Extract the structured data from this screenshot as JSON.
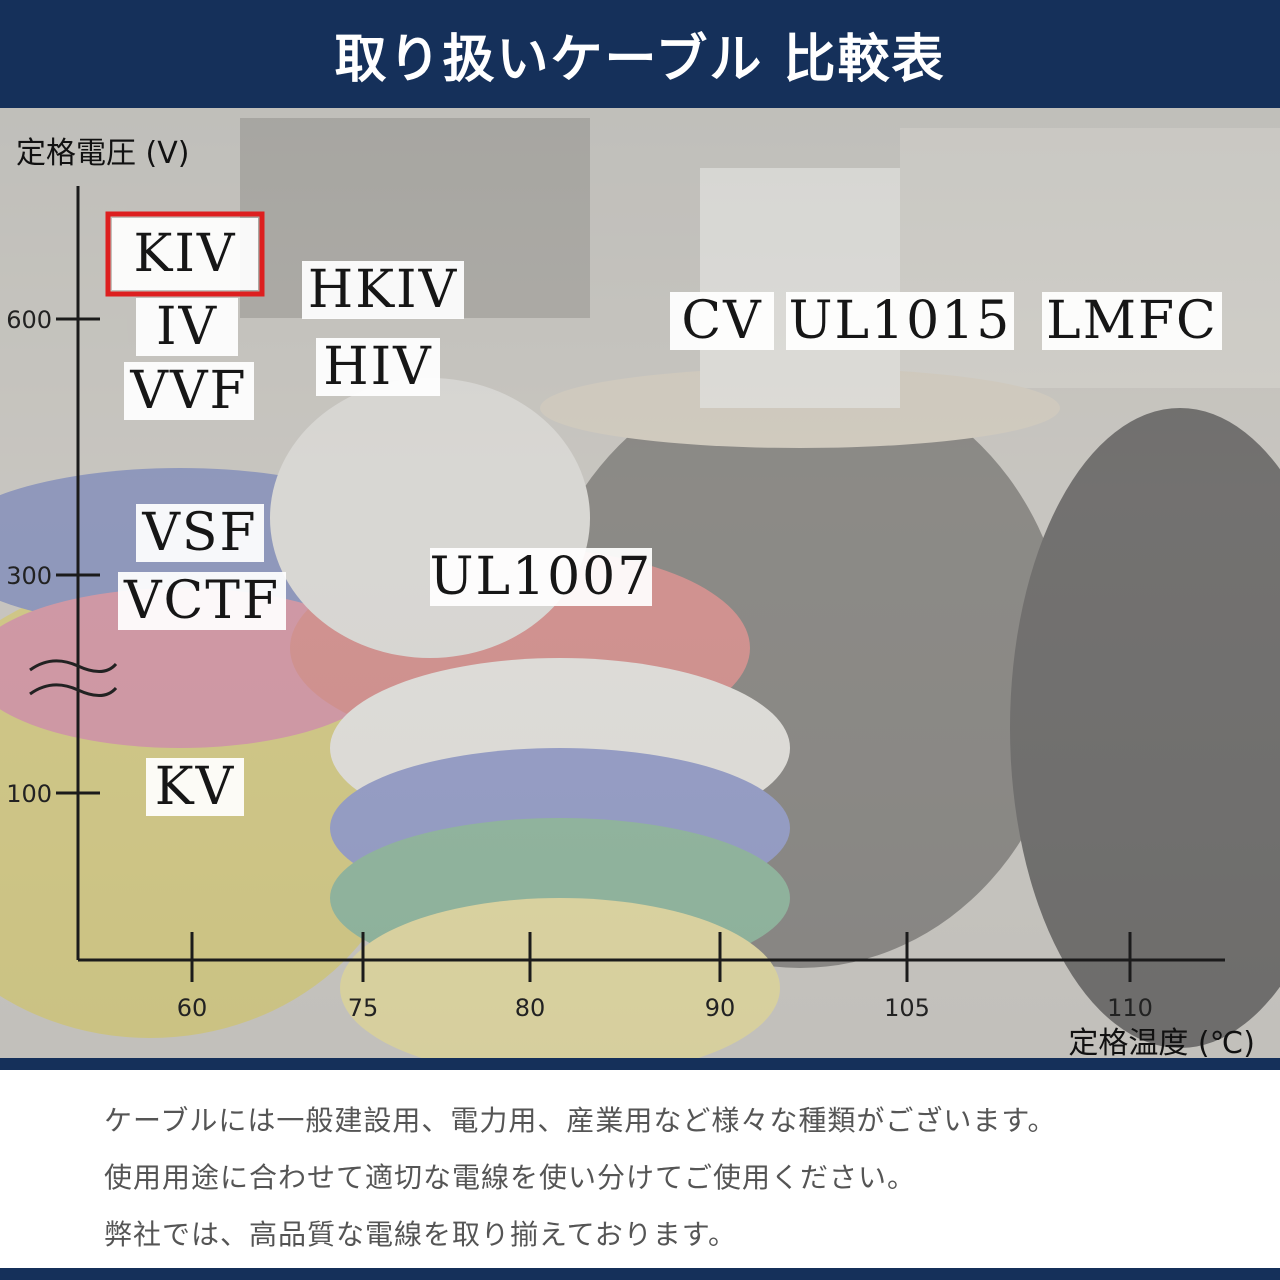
{
  "header": {
    "title": "取り扱いケーブル 比較表"
  },
  "chart_data": {
    "type": "scatter",
    "xlabel": "定格温度 (℃)",
    "ylabel": "定格電圧 (V)",
    "x_ticks": [
      60,
      75,
      80,
      90,
      105,
      110
    ],
    "y_ticks": [
      100,
      300,
      600
    ],
    "y_axis_break": true,
    "highlighted": "KIV",
    "points": [
      {
        "label": "KIV",
        "x": 60,
        "y": 600
      },
      {
        "label": "IV",
        "x": 60,
        "y": 600
      },
      {
        "label": "VVF",
        "x": 60,
        "y": 600
      },
      {
        "label": "HKIV",
        "x": 75,
        "y": 600
      },
      {
        "label": "HIV",
        "x": 75,
        "y": 600
      },
      {
        "label": "CV",
        "x": 90,
        "y": 600
      },
      {
        "label": "UL1015",
        "x": 105,
        "y": 600
      },
      {
        "label": "LMFC",
        "x": 110,
        "y": 600
      },
      {
        "label": "VSF",
        "x": 60,
        "y": 300
      },
      {
        "label": "VCTF",
        "x": 60,
        "y": 300
      },
      {
        "label": "UL1007",
        "x": 80,
        "y": 300
      },
      {
        "label": "KV",
        "x": 60,
        "y": 100
      }
    ]
  },
  "description": {
    "lines": [
      "ケーブルには一般建設用、電力用、産業用など様々な種類がございます。",
      "使用用途に合わせて適切な電線を使い分けてご使用ください。",
      "弊社では、高品質な電線を取り揃えております。"
    ]
  }
}
